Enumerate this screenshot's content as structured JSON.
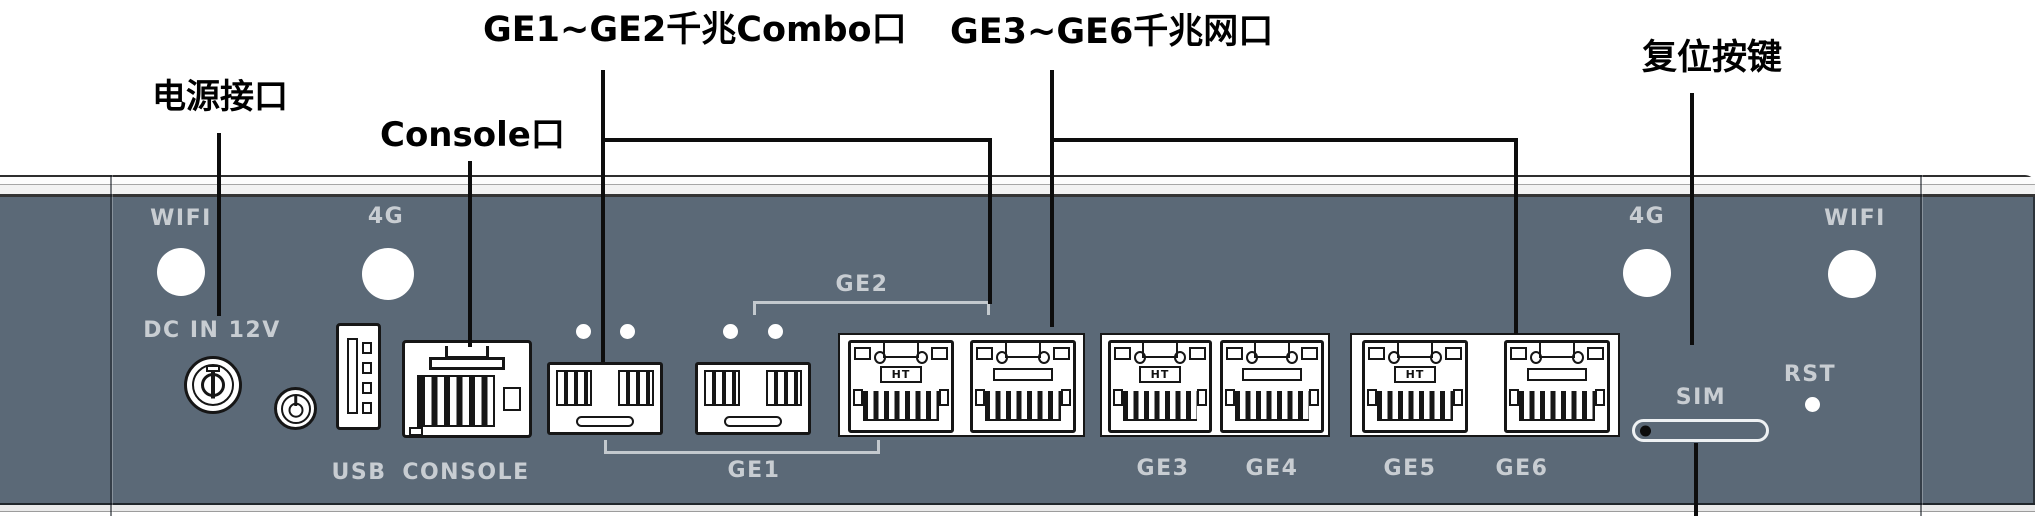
{
  "callouts": {
    "power_label": "电源接口",
    "console_label": "Console口",
    "combo_label": "GE1~GE2千兆Combo口",
    "lan_label": "GE3~GE6千兆网口",
    "reset_label": "复位按键"
  },
  "panel": {
    "rj45_brand": "HT",
    "left_section": {
      "wifi_label": "WIFI",
      "antenna_4g_label": "4G",
      "power_jack_label": "DC IN 12V",
      "usb_label": "USB",
      "console_label": "CONSOLE"
    },
    "combo_ports": {
      "ge1_label": "GE1",
      "ge2_label": "GE2"
    },
    "lan_ports": {
      "ge3_label": "GE3",
      "ge4_label": "GE4",
      "ge5_label": "GE5",
      "ge6_label": "GE6"
    },
    "right_section": {
      "antenna_4g_label": "4G",
      "wifi_label": "WIFI",
      "reset_label": "RST",
      "sim_label": "SIM"
    }
  },
  "colors": {
    "panel_body": "#5b6977",
    "panel_text": "#c8cdd2",
    "bracket": "#c3c9ce",
    "line_art": "#161616",
    "callout_line": "#0d0d0d"
  }
}
